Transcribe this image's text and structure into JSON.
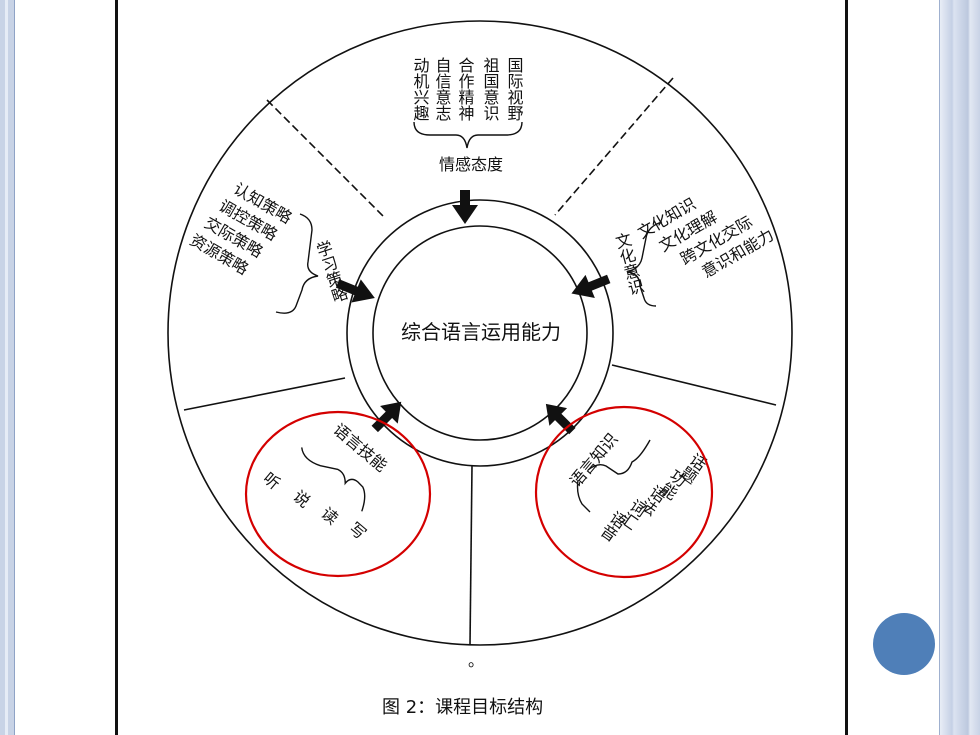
{
  "diagram": {
    "center_label": "综合语言运用能力",
    "top_label": "情感态度",
    "top_columns": [
      "动机兴趣",
      "自信意志",
      "合作精神",
      "祖国意识",
      "国际视野"
    ],
    "left_label": "学习策略",
    "left_items": [
      "认知策略",
      "调控策略",
      "交际策略",
      "资源策略"
    ],
    "right_label": "文化意识",
    "right_items": [
      "文化知识",
      "文化理解",
      "跨文化交际",
      "意识和能力"
    ],
    "bottom_left_label": "语言技能",
    "bottom_left_items": [
      "听",
      "说",
      "读",
      "写"
    ],
    "bottom_right_label": "语言知识",
    "bottom_right_items": [
      "语音",
      "词汇",
      "语法",
      "功能",
      "话题"
    ]
  },
  "caption": "图 2：课程目标结构",
  "small_mark": "。",
  "colors": {
    "highlight_circle": "#d40000",
    "accent_dot": "#4f7fb8",
    "rail": "#c8d3e6"
  }
}
